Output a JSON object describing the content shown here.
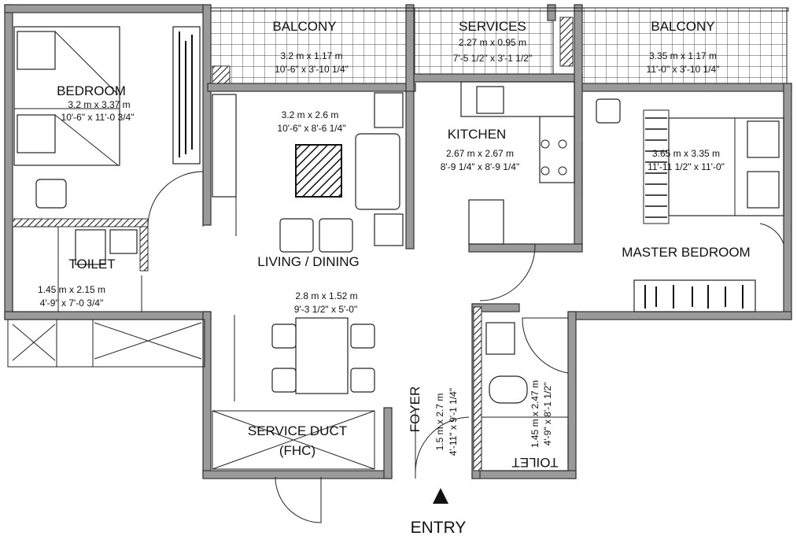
{
  "rooms": {
    "bedroom": {
      "name": "BEDROOM",
      "dim_m": "3.2 m x 3.37 m",
      "dim_ft": "10'-6\" x 11'-0 3/4\""
    },
    "balcony_left": {
      "name": "BALCONY",
      "dim_m": "3.2 m x 1.17 m",
      "dim_ft": "10'-6\" x 3'-10 1/4\""
    },
    "services": {
      "name": "SERVICES",
      "dim_m": "2.27 m x 0.95 m",
      "dim_ft": "7'-5 1/2\" x 3'-1 1/2\""
    },
    "balcony_right": {
      "name": "BALCONY",
      "dim_m": "3.35 m x 1.17 m",
      "dim_ft": "11'-0\" x 3'-10 1/4\""
    },
    "living": {
      "name": "LIVING / DINING",
      "dim_m": "3.2 m x 2.6 m",
      "dim_ft": "10'-6\" x 8'-6 1/4\""
    },
    "dining": {
      "dim_m": "2.8 m x 1.52 m",
      "dim_ft": "9'-3 1/2\" x 5'-0\""
    },
    "kitchen": {
      "name": "KITCHEN",
      "dim_m": "2.67 m x 2.67 m",
      "dim_ft": "8'-9 1/4\" x 8'-9 1/4\""
    },
    "master": {
      "name": "MASTER BEDROOM",
      "dim_m": "3.65 m x 3.35 m",
      "dim_ft": "11'-11 1/2\" x 11'-0\""
    },
    "toilet_left": {
      "name": "TOILET",
      "dim_m": "1.45 m x 2.15 m",
      "dim_ft": "4'-9\" x 7'-0 3/4\""
    },
    "foyer": {
      "name": "FOYER",
      "dim_m": "1.5 m x 2.7 m",
      "dim_ft": "4'-11\" x 9'-1 1/4\""
    },
    "toilet_right": {
      "name": "TOILET",
      "dim_m": "1.45 m x 2.47 m",
      "dim_ft": "4'-9\" x 8'-1 1/2\""
    },
    "service_duct": {
      "name": "SERVICE DUCT",
      "sub": "(FHC)"
    }
  },
  "entry": {
    "label": "ENTRY"
  },
  "colors": {
    "wall": "#9a9a9a",
    "line": "#222222",
    "background": "#ffffff"
  }
}
